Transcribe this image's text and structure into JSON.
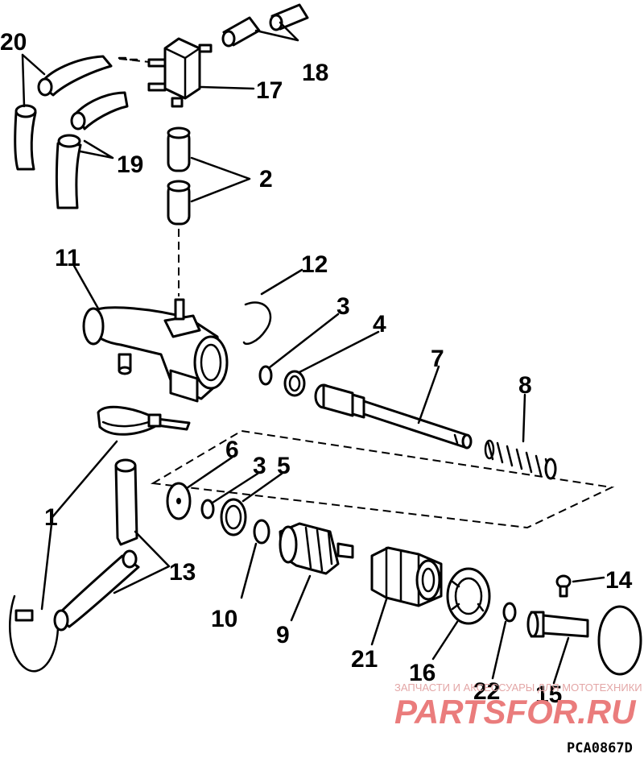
{
  "diagram": {
    "drawing_code": "PCA0867D",
    "callouts": [
      "20",
      "18",
      "17",
      "19",
      "2",
      "11",
      "12",
      "3",
      "4",
      "7",
      "8",
      "6",
      "3",
      "5",
      "1",
      "13",
      "14",
      "10",
      "9",
      "21",
      "16",
      "22",
      "15"
    ]
  },
  "watermark": {
    "caption": "ЗАПЧАСТИ И АКСЕССУАРЫ ДЛЯ МОТОТЕХНИКИ",
    "brand": "PARTSFOR.RU",
    "color": "#ea7c7c"
  }
}
